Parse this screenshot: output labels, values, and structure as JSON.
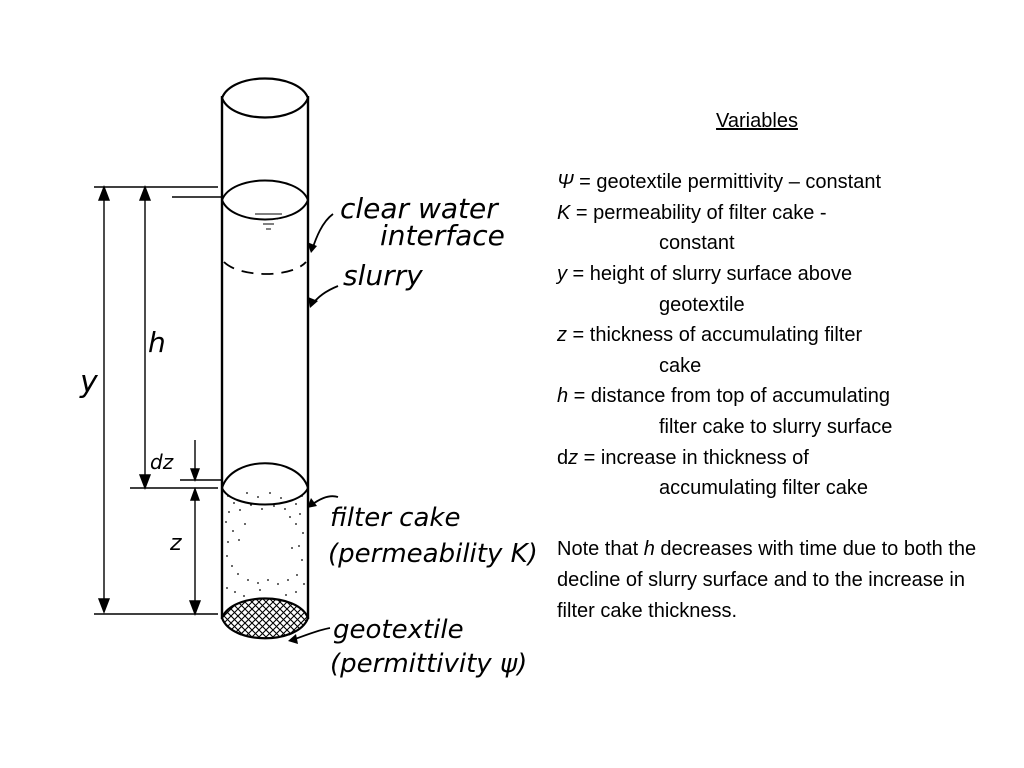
{
  "diagram": {
    "labels": {
      "clear_water_line1": "clear water",
      "clear_water_line2": "interface",
      "slurry": "slurry",
      "filter_cake_line1": "filter cake",
      "filter_cake_line2": "(permeability K)",
      "geotextile_line1": "geotextile",
      "geotextile_line2": "(permittivity ψ)",
      "dim_y": "y",
      "dim_h": "h",
      "dim_dz": "dz",
      "dim_z": "z"
    }
  },
  "panel": {
    "heading": "Variables",
    "variables": [
      {
        "symbol": "Ψ",
        "first": " = geotextile permittivity – constant",
        "cont": ""
      },
      {
        "symbol": "K",
        "first": " = permeability of filter cake -",
        "cont": "constant"
      },
      {
        "symbol": "y",
        "first": " = height of slurry surface above",
        "cont": "geotextile"
      },
      {
        "symbol": "z",
        "first": " = thickness of accumulating filter",
        "cont": "cake"
      },
      {
        "symbol": "h",
        "first": " = distance from top of accumulating",
        "cont": "filter cake to slurry surface"
      },
      {
        "symbol": "dz",
        "first": " = increase in thickness of",
        "cont": "accumulating filter cake"
      }
    ],
    "note": {
      "before": "Note that ",
      "symbol": "h",
      "after": " decreases with time due to both the decline of slurry surface and to the increase in filter cake thickness."
    }
  }
}
